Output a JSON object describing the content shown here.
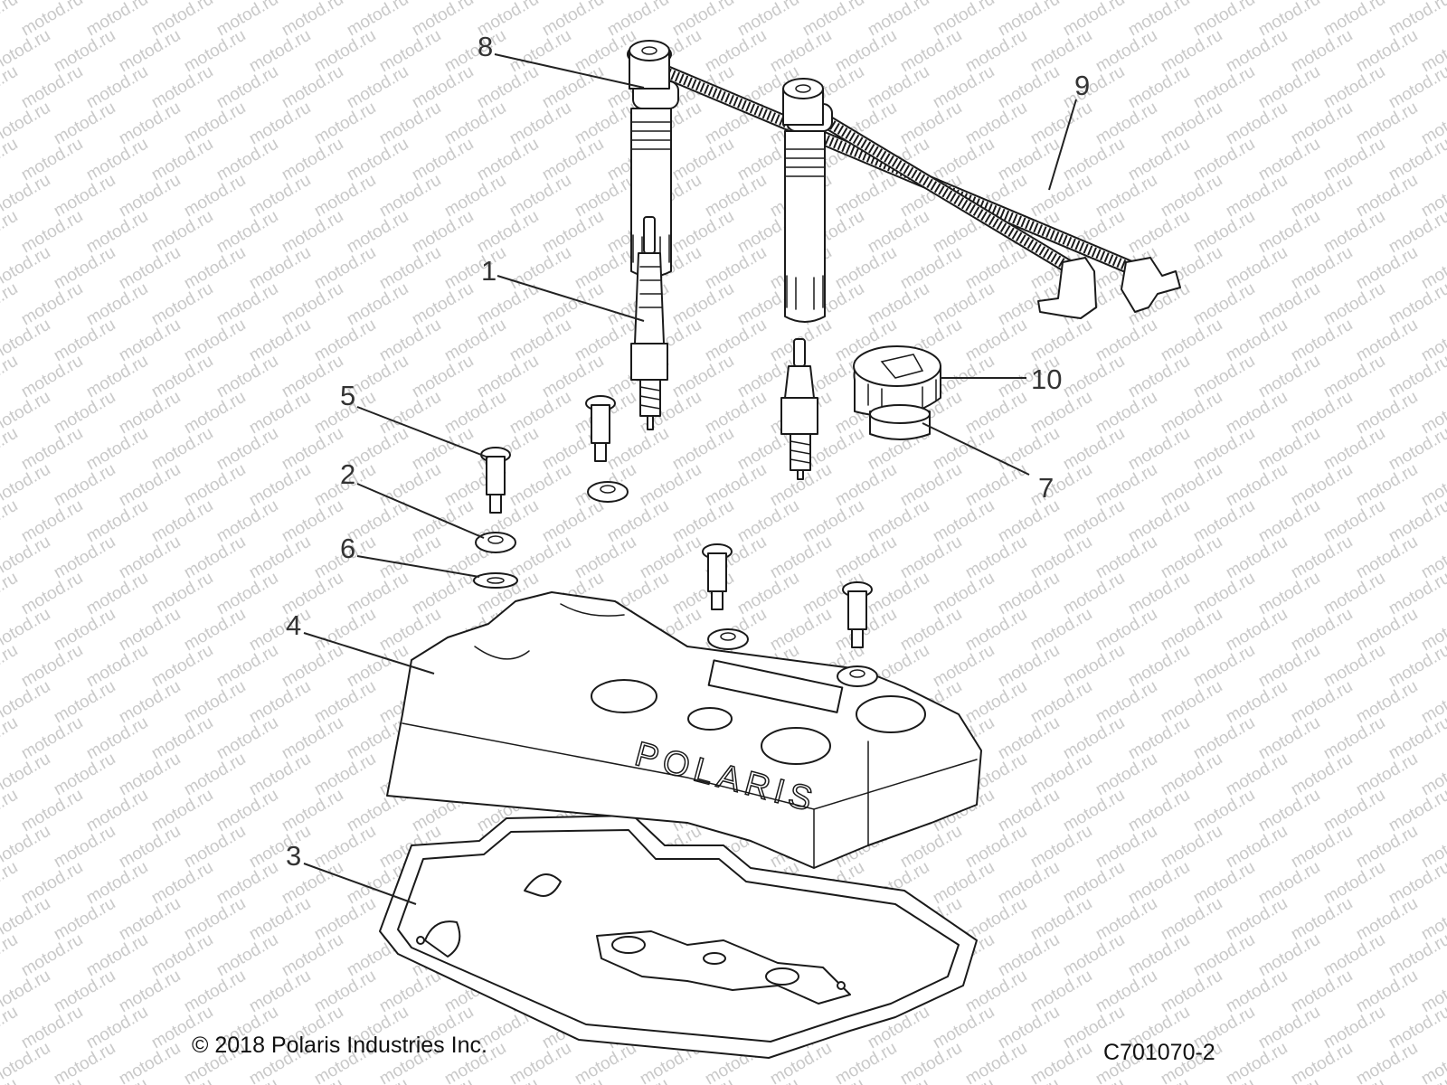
{
  "watermark": "motod.ru",
  "callouts": {
    "c1": "1",
    "c2": "2",
    "c3": "3",
    "c4": "4",
    "c5": "5",
    "c6": "6",
    "c7": "7",
    "c8": "8",
    "c9": "9",
    "c10": "10"
  },
  "footer": {
    "copyright": "© 2018 Polaris Industries Inc.",
    "figure_id": "C701070-2"
  }
}
